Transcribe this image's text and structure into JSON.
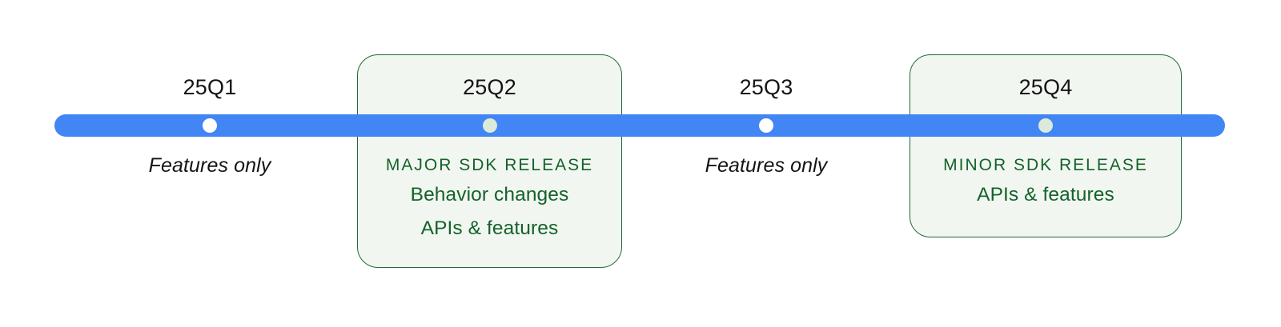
{
  "figure": {
    "name": "sdk-release-quarter-timeline",
    "colors": {
      "rail": "#4285f4",
      "card_fill": "#f1f6f1",
      "card_border": "#1e6b38",
      "green_text": "#15622a",
      "dot_white": "#ffffff",
      "dot_green": "#dbead9",
      "label_text": "#141414",
      "background": "#ffffff"
    }
  },
  "quarters": [
    {
      "id": "q1",
      "label": "25Q1",
      "highlighted": false,
      "dot": "plain-dot-icon",
      "note": "Features only",
      "eyebrow": "",
      "details": []
    },
    {
      "id": "q2",
      "label": "25Q2",
      "highlighted": true,
      "dot": "release-dot-icon",
      "note": "",
      "eyebrow": "MAJOR SDK RELEASE",
      "details": [
        "Behavior changes",
        "APIs & features"
      ]
    },
    {
      "id": "q3",
      "label": "25Q3",
      "highlighted": false,
      "dot": "plain-dot-icon",
      "note": "Features only",
      "eyebrow": "",
      "details": []
    },
    {
      "id": "q4",
      "label": "25Q4",
      "highlighted": true,
      "dot": "release-dot-icon",
      "note": "",
      "eyebrow": "MINOR SDK RELEASE",
      "details": [
        "APIs & features"
      ]
    }
  ]
}
